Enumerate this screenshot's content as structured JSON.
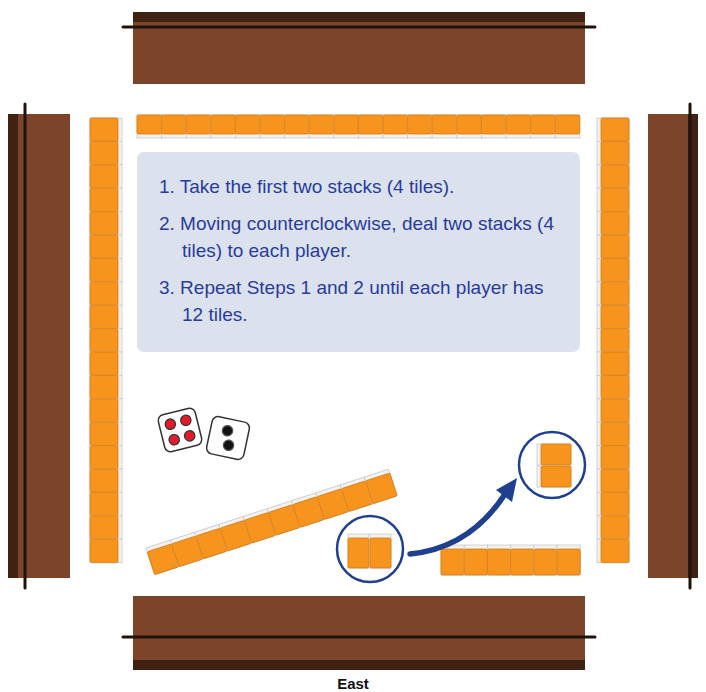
{
  "diagram": {
    "nodes": [
      {
        "text": [
          "1. Take the first two stacks (4 tiles).",
          "2. Moving counterclockwise, deal two stacks (4 tiles) to each player.",
          "3. Repeat Steps 1 and 2 until each player has 12 tiles."
        ]
      }
    ],
    "labels": [
      "East"
    ]
  }
}
